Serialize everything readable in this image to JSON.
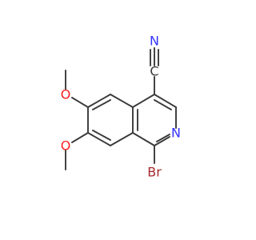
{
  "structure": {
    "atoms": {
      "n_nitrile": {
        "label": "N",
        "color": "#3333ff"
      },
      "c_nitrile": {
        "label": "C",
        "color": "#3a3a3a"
      },
      "n_ring": {
        "label": "N",
        "color": "#3333ff"
      },
      "br": {
        "label": "Br",
        "color": "#a52a2a"
      },
      "o_upper": {
        "label": "O",
        "color": "#ff2020"
      },
      "o_lower": {
        "label": "O",
        "color": "#ff2020"
      }
    },
    "bond_color": "#3a3a3a"
  }
}
